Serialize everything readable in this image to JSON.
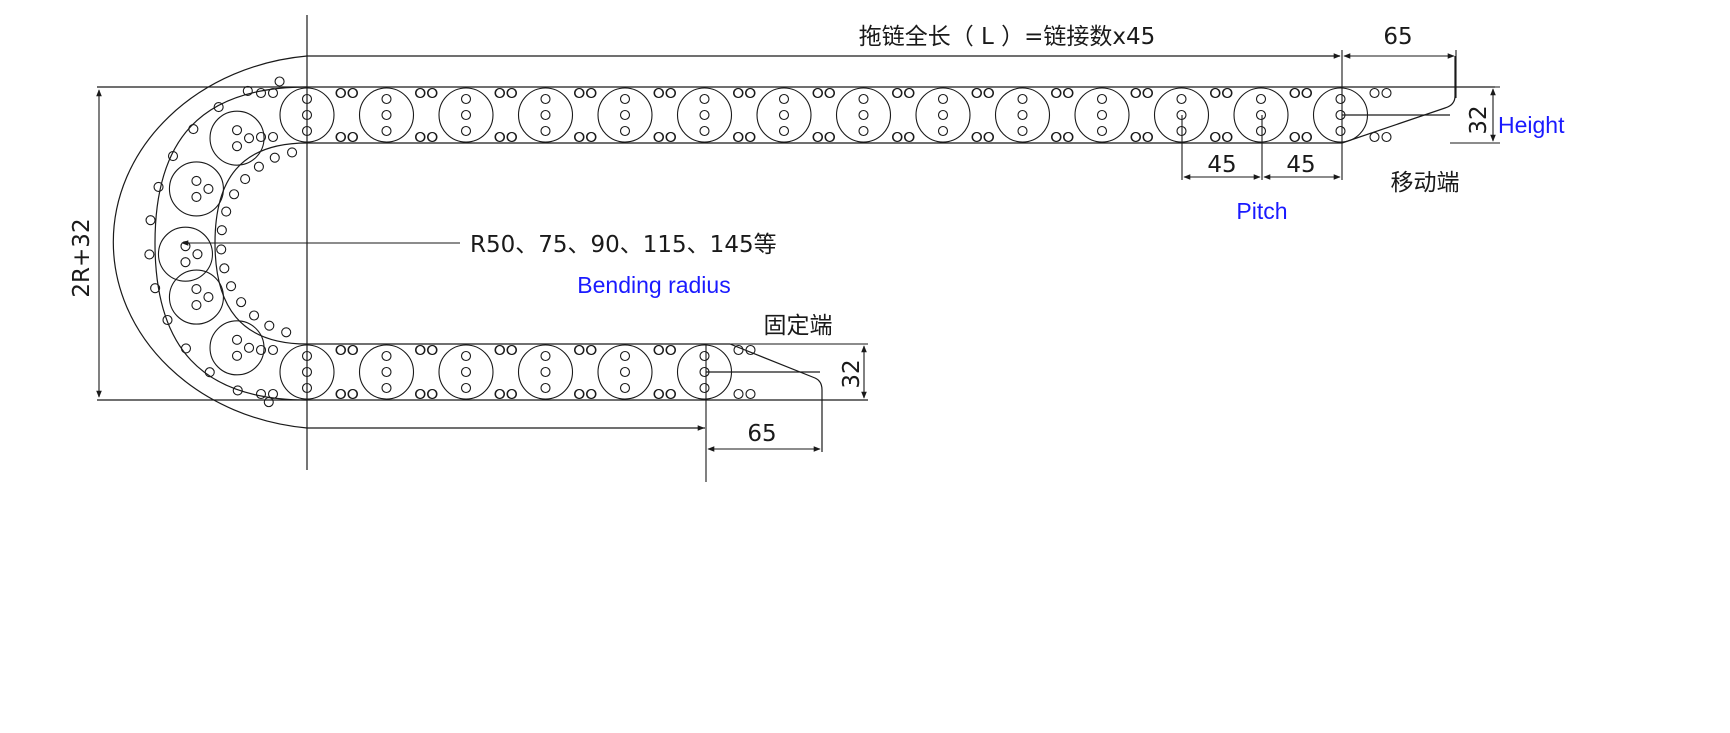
{
  "diagram": {
    "labels": {
      "total_length": "拖链全长（ L ）=链接数x45",
      "mobile_end_offset": "65",
      "mobile_height": "32",
      "height_en": "Height",
      "pitch_1": "45",
      "pitch_2": "45",
      "mobile_end": "移动端",
      "pitch_en": "Pitch",
      "radius_values": "R50、75、90、115、145等",
      "bending_radius_en": "Bending radius",
      "fixed_end": "固定端",
      "fixed_height": "32",
      "fixed_end_offset": "65",
      "overall_height": "2R+32"
    },
    "colors": {
      "line": "#1a1a1a",
      "annotation": "#1a1aff"
    }
  }
}
